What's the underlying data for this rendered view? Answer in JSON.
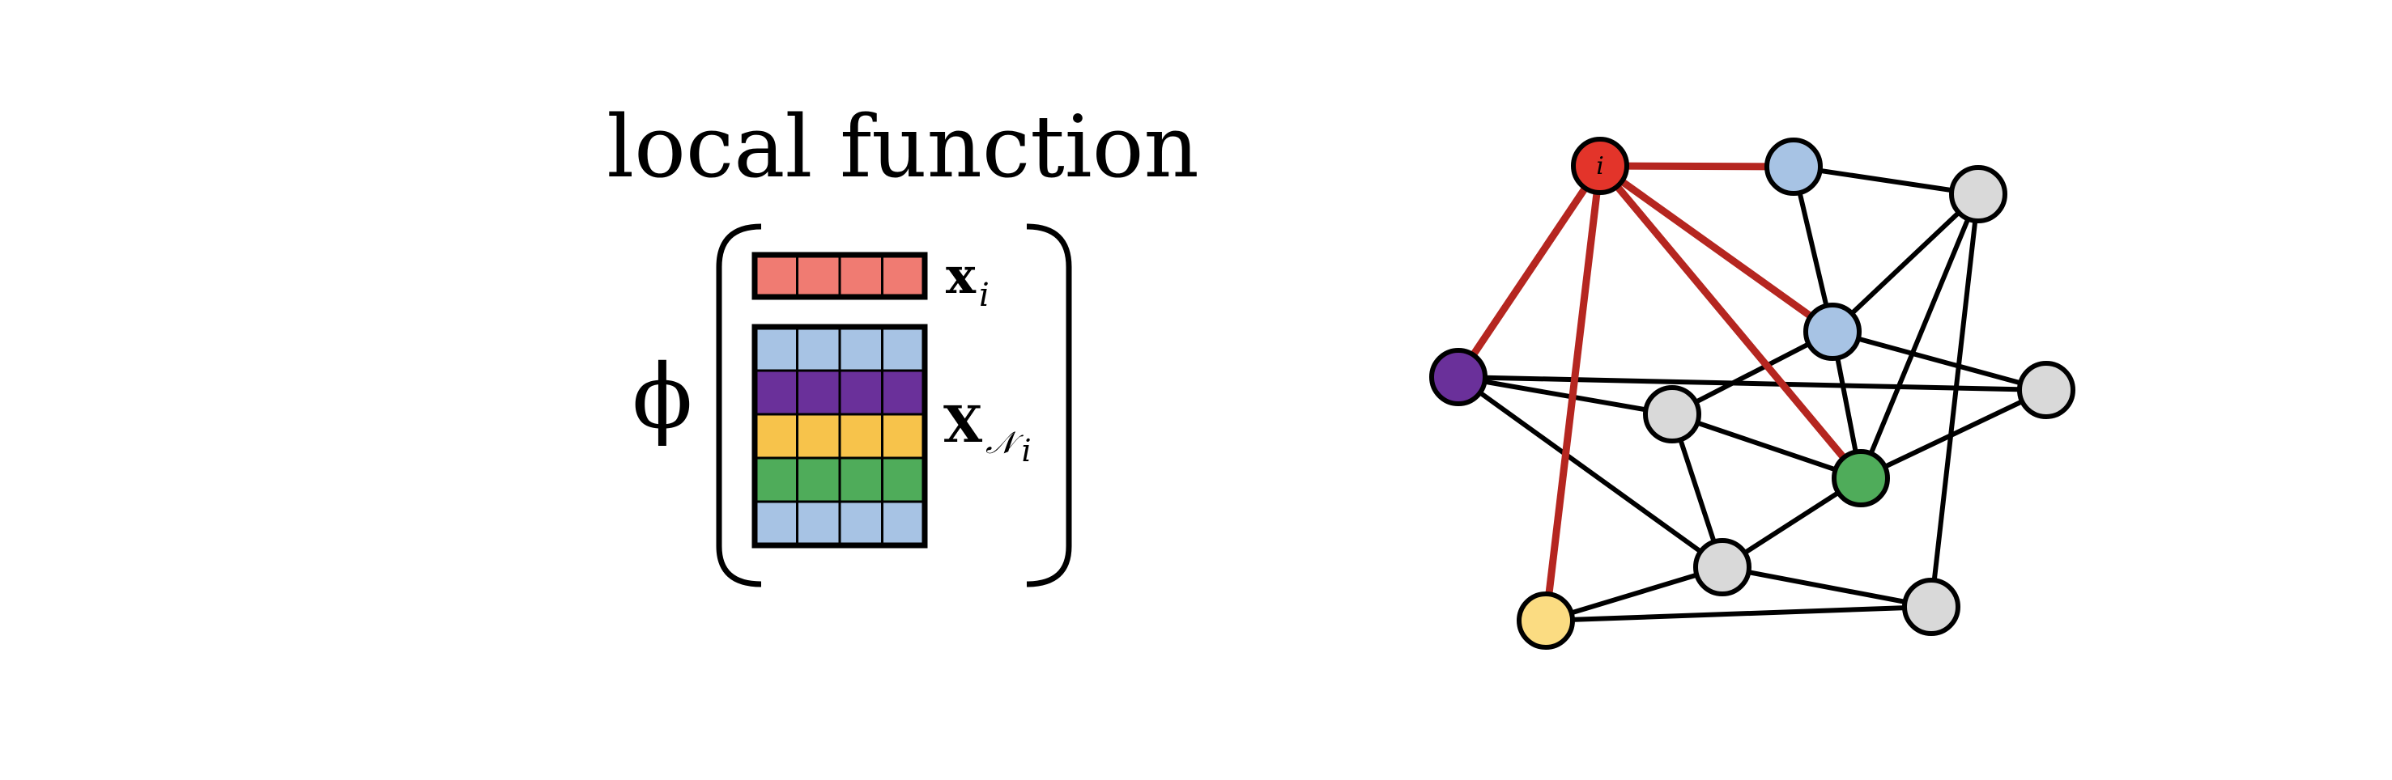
{
  "diagram": {
    "title": "local function",
    "phi_symbol": "ϕ",
    "xi_label": {
      "main": "x",
      "sub": "i"
    },
    "xN_label": {
      "main": "X",
      "sub_calligraphic": "𝒩",
      "sub_index": "i"
    },
    "node_i_label": "i",
    "colors": {
      "red_fill": "#f07b72",
      "blue_fill": "#a7c3e4",
      "purple_fill": "#6a309a",
      "yellow_fill": "#f7c34b",
      "green_fill": "#4fac5a",
      "node_red": "#e3342a",
      "node_blue": "#a7c3e4",
      "node_purple": "#6a309a",
      "node_green": "#4fac5a",
      "node_yellow": "#fbdc82",
      "node_gray": "#d9d9d9",
      "edge_red": "#b52620",
      "edge_black": "#000000"
    }
  }
}
